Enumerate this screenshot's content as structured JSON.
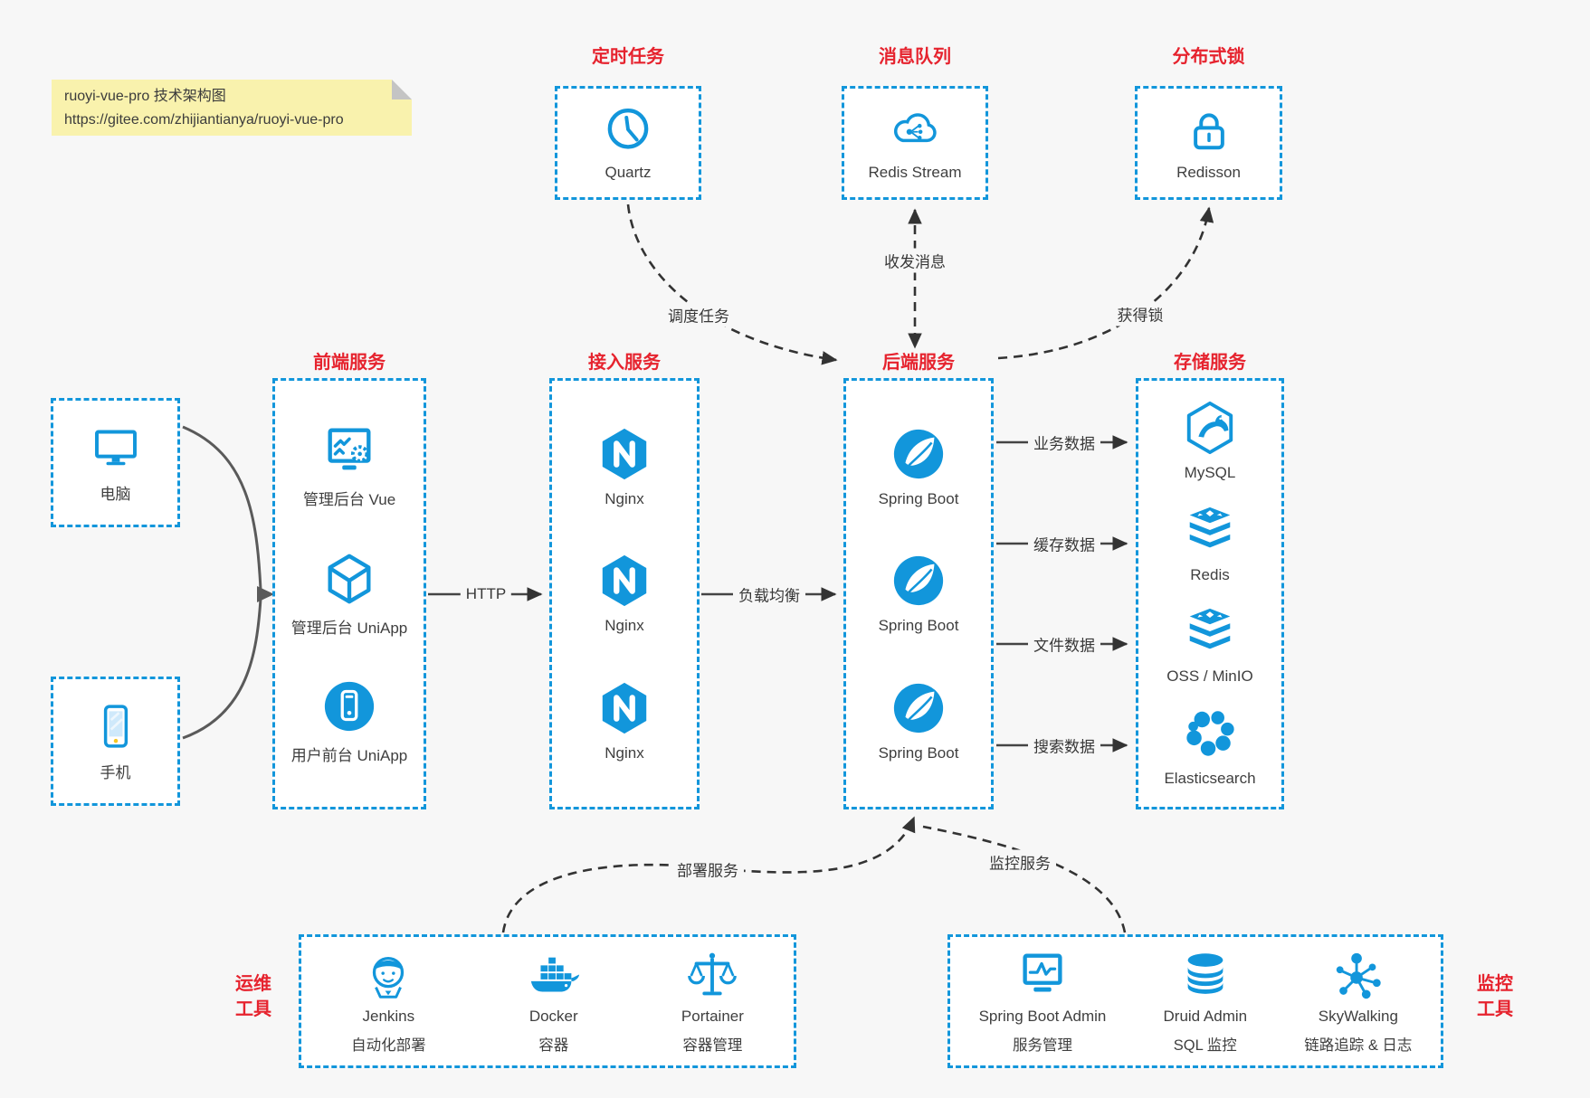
{
  "note": {
    "line1": "ruoyi-vue-pro 技术架构图",
    "line2": "https://gitee.com/zhijiantianya/ruoyi-vue-pro"
  },
  "colors": {
    "accent_blue": "#1296db",
    "heading_red": "#e6232e",
    "arrow_dark": "#383838",
    "note_yellow": "#f9f2ad",
    "background": "#f7f7f7"
  },
  "top_sections": [
    {
      "title": "定时任务",
      "item": {
        "icon": "clock-icon",
        "label": "Quartz"
      }
    },
    {
      "title": "消息队列",
      "item": {
        "icon": "cloud-stream-icon",
        "label": "Redis Stream"
      }
    },
    {
      "title": "分布式锁",
      "item": {
        "icon": "lock-icon",
        "label": "Redisson"
      }
    }
  ],
  "clients": [
    {
      "icon": "desktop-icon",
      "label": "电脑"
    },
    {
      "icon": "mobile-icon",
      "label": "手机"
    }
  ],
  "columns": [
    {
      "title": "前端服务",
      "items": [
        {
          "icon": "admin-vue-icon",
          "label": "管理后台 Vue"
        },
        {
          "icon": "uniapp-cube-icon",
          "label": "管理后台 UniApp"
        },
        {
          "icon": "user-app-icon",
          "label": "用户前台 UniApp"
        }
      ]
    },
    {
      "title": "接入服务",
      "items": [
        {
          "icon": "nginx-icon",
          "label": "Nginx"
        },
        {
          "icon": "nginx-icon",
          "label": "Nginx"
        },
        {
          "icon": "nginx-icon",
          "label": "Nginx"
        }
      ]
    },
    {
      "title": "后端服务",
      "items": [
        {
          "icon": "spring-boot-icon",
          "label": "Spring Boot"
        },
        {
          "icon": "spring-boot-icon",
          "label": "Spring Boot"
        },
        {
          "icon": "spring-boot-icon",
          "label": "Spring Boot"
        }
      ]
    },
    {
      "title": "存储服务",
      "items": [
        {
          "icon": "mysql-icon",
          "label": "MySQL"
        },
        {
          "icon": "redis-icon",
          "label": "Redis"
        },
        {
          "icon": "oss-minio-icon",
          "label": "OSS / MinIO"
        },
        {
          "icon": "elasticsearch-icon",
          "label": "Elasticsearch"
        }
      ]
    }
  ],
  "edges": {
    "http": "HTTP",
    "load_balance": "负载均衡",
    "schedule": "调度任务",
    "message": "收发消息",
    "lock": "获得锁",
    "data_flows": [
      "业务数据",
      "缓存数据",
      "文件数据",
      "搜索数据"
    ],
    "deploy": "部署服务",
    "monitor": "监控服务"
  },
  "bottom_sections": [
    {
      "title_lines": [
        "运维",
        "工具"
      ],
      "items": [
        {
          "icon": "jenkins-icon",
          "label": "Jenkins",
          "sublabel": "自动化部署"
        },
        {
          "icon": "docker-icon",
          "label": "Docker",
          "sublabel": "容器"
        },
        {
          "icon": "portainer-icon",
          "label": "Portainer",
          "sublabel": "容器管理"
        }
      ]
    },
    {
      "title_lines": [
        "监控",
        "工具"
      ],
      "items": [
        {
          "icon": "spring-boot-admin-icon",
          "label": "Spring Boot Admin",
          "sublabel": "服务管理"
        },
        {
          "icon": "druid-icon",
          "label": "Druid Admin",
          "sublabel": "SQL 监控"
        },
        {
          "icon": "skywalking-icon",
          "label": "SkyWalking",
          "sublabel": "链路追踪 & 日志"
        }
      ]
    }
  ]
}
